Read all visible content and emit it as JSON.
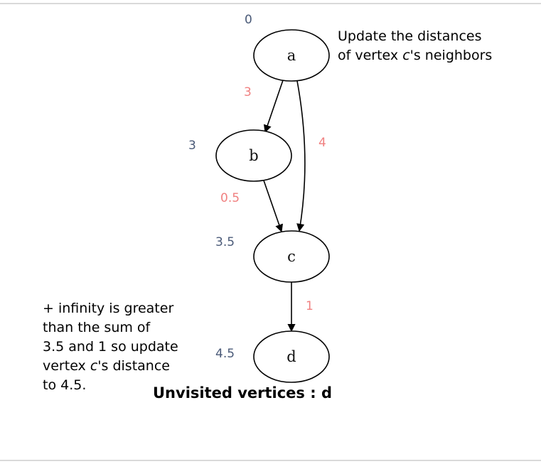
{
  "vertices": [
    {
      "id": "a",
      "label": "a",
      "distance": "0"
    },
    {
      "id": "b",
      "label": "b",
      "distance": "3"
    },
    {
      "id": "c",
      "label": "c",
      "distance": "3.5"
    },
    {
      "id": "d",
      "label": "d",
      "distance": "4.5"
    }
  ],
  "edges": [
    {
      "from": "a",
      "to": "b",
      "weight": "3"
    },
    {
      "from": "a",
      "to": "c",
      "weight": "4"
    },
    {
      "from": "b",
      "to": "c",
      "weight": "0.5"
    },
    {
      "from": "c",
      "to": "d",
      "weight": "1"
    }
  ],
  "notes": {
    "top_line1": "Update the distances",
    "top_line2_prefix": "of vertex ",
    "top_line2_var": "c",
    "top_line2_suffix": "'s neighbors",
    "left_line1": "+ infinity is greater",
    "left_line2": "than the sum of",
    "left_line3": "3.5 and 1 so update",
    "left_line4_prefix": "vertex ",
    "left_line4_var": "c",
    "left_line4_suffix": "'s distance",
    "left_line5": "to 4.5."
  },
  "status": "Unvisited vertices : d",
  "colors": {
    "distance_text": "#4a5a78",
    "weight_text": "#f08080",
    "edge": "#000000"
  }
}
